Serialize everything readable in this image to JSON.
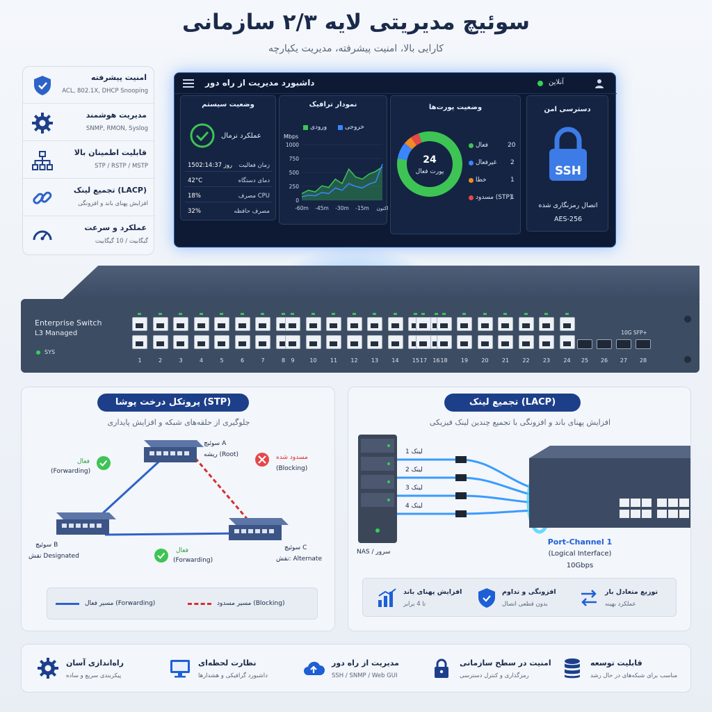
{
  "header": {
    "title": "سوئیچ مدیریتی لایه ۲/۳ سازمانی",
    "subtitle": "کارایی بالا، امنیت پیشرفته، مدیریت یکپارچه"
  },
  "features": [
    {
      "icon": "shield-icon",
      "title": "امنیت پیشرفته",
      "desc": "ACL, 802.1X, DHCP Snooping"
    },
    {
      "icon": "gear-icon",
      "title": "مدیریت هوشمند",
      "desc": "SNMP, RMON, Syslog"
    },
    {
      "icon": "network-tree-icon",
      "title": "قابلیت اطمینان بالا",
      "desc": "STP / RSTP / MSTP"
    },
    {
      "icon": "link-icon",
      "title": "تجمیع لینک (LACP)",
      "desc": "افزایش پهنای باند و افزونگی"
    },
    {
      "icon": "speedometer-icon",
      "title": "عملکرد و سرعت",
      "desc": "گیگابیت / 10 گیگابیت"
    }
  ],
  "dashboard": {
    "title": "داشبورد مدیریت از راه دور",
    "status": "آنلاین",
    "system": {
      "title": "وضعیت سیستم",
      "state": "عملکرد نرمال",
      "rows": [
        {
          "label": "زمان فعالیت",
          "value": "15روز 02:14:37"
        },
        {
          "label": "دمای دستگاه",
          "value": "42°C"
        },
        {
          "label": "مصرف CPU",
          "value": "18%"
        },
        {
          "label": "مصرف حافظه",
          "value": "32%"
        }
      ]
    },
    "traffic": {
      "title": "نمودار ترافیک",
      "legend_in": "ورودی",
      "legend_out": "خروجی",
      "unit": "Mbps",
      "yticks": [
        "1000",
        "750",
        "500",
        "250",
        "0"
      ],
      "xticks": [
        "-60m",
        "-45m",
        "-30m",
        "-15m",
        "اکنون"
      ],
      "in_values": [
        120,
        180,
        150,
        260,
        230,
        380,
        300,
        560,
        420,
        380,
        470,
        520,
        600
      ],
      "out_values": [
        60,
        90,
        80,
        140,
        120,
        220,
        180,
        300,
        250,
        220,
        290,
        330,
        650
      ]
    },
    "ports": {
      "title": "وضعیت پورت‌ها",
      "count": "24",
      "count_label": "پورت فعال",
      "items": [
        {
          "label": "فعال",
          "value": "20",
          "color": "#3ec455"
        },
        {
          "label": "غیرفعال",
          "value": "2",
          "color": "#3a86ff"
        },
        {
          "label": "خطا",
          "value": "1",
          "color": "#f08a24"
        },
        {
          "label": "مسدود (STP)",
          "value": "1",
          "color": "#e54848"
        }
      ]
    },
    "secure": {
      "title": "دسترسی امن",
      "badge": "SSH",
      "line1": "اتصال رمزنگاری شده",
      "line2": "AES-256"
    }
  },
  "switch": {
    "model": "Enterprise Switch",
    "type": "L3 Managed",
    "sys": "SYS",
    "sfp_label": "10G SFP+",
    "ports": [
      "1",
      "2",
      "3",
      "4",
      "5",
      "6",
      "7",
      "8",
      "9",
      "10",
      "11",
      "12",
      "13",
      "14",
      "15",
      "16",
      "17",
      "18",
      "19",
      "20",
      "21",
      "22",
      "23",
      "24"
    ],
    "sfp_ports": [
      "25",
      "26",
      "27",
      "28"
    ]
  },
  "stp": {
    "title": "پروتکل درخت پوشا (STP)",
    "subtitle": "جلوگیری از حلقه‌های شبکه و افزایش پایداری",
    "a_name": "سوئیچ A",
    "a_role": "ریشه (Root)",
    "b_name": "سوئیچ B",
    "b_role": "نقش Designated",
    "c_name": "سوئیچ C",
    "c_role": "نقش: Alternate",
    "fwd1": "فعال",
    "fwd1_en": "(Forwarding)",
    "fwd2": "فعال",
    "fwd2_en": "(Forwarding)",
    "block": "مسدود شده",
    "block_en": "(Blocking)",
    "legend_active": "مسیر فعال (Forwarding)",
    "legend_blocked": "مسیر مسدود (Blocking)"
  },
  "lacp": {
    "title": "تجمیع لینک (LACP)",
    "subtitle": "افزایش پهنای باند و افزونگی با تجمیع چندین لینک فیزیکی",
    "links": [
      "لینک 1",
      "لینک 2",
      "لینک 3",
      "لینک 4"
    ],
    "server": "NAS / سرور",
    "channel": "Port-Channel 1",
    "channel_sub": "(Logical Interface)",
    "channel_speed": "10Gbps",
    "benefits": [
      {
        "icon": "bar-chart-icon",
        "title": "افزایش پهنای باند",
        "desc": "تا 4 برابر"
      },
      {
        "icon": "shield-icon",
        "title": "افزونگی و تداوم",
        "desc": "بدون قطعی اتصال"
      },
      {
        "icon": "swap-icon",
        "title": "توزیع متعادل بار",
        "desc": "عملکرد بهینه"
      }
    ]
  },
  "footer": [
    {
      "icon": "gear-icon",
      "title": "راه‌اندازی آسان",
      "desc": "پیکربندی سریع و ساده"
    },
    {
      "icon": "monitor-icon",
      "title": "نظارت لحظه‌ای",
      "desc": "داشبورد گرافیکی و هشدارها"
    },
    {
      "icon": "cloud-icon",
      "title": "مدیریت از راه دور",
      "desc": "SSH / SNMP / Web GUI"
    },
    {
      "icon": "lock-icon",
      "title": "امنیت در سطح سازمانی",
      "desc": "رمزگذاری و کنترل دسترسی"
    },
    {
      "icon": "database-icon",
      "title": "قابلیت توسعه",
      "desc": "مناسب برای شبکه‌های در حال رشد"
    }
  ]
}
